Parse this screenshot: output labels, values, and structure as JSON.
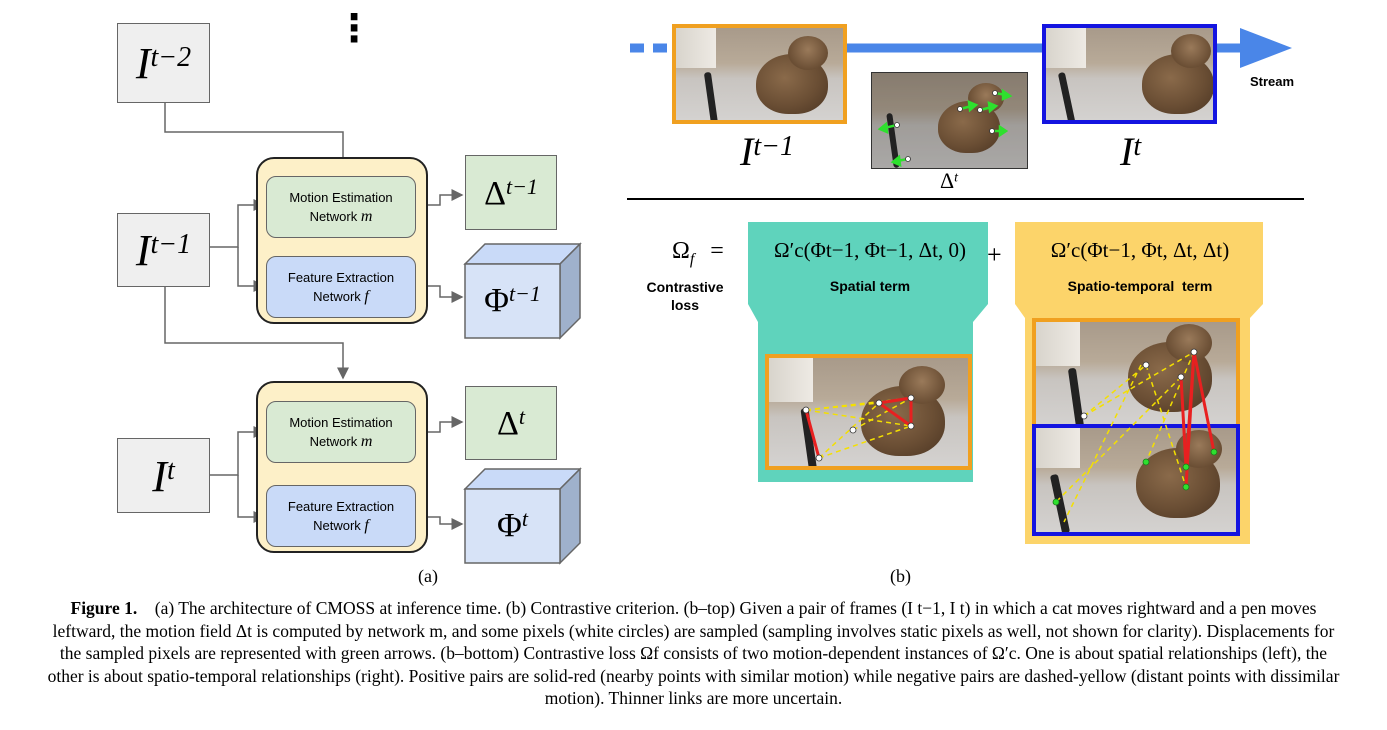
{
  "panel_a": {
    "inputs": {
      "i_t2": "t−2",
      "i_t1": "t−1",
      "i_t": "t",
      "base": "I"
    },
    "vdots": "⋮",
    "blocks": [
      {
        "motion_label_1": "Motion Estimation",
        "motion_label_2": "Network",
        "motion_var": "m",
        "feature_label_1": "Feature Extraction",
        "feature_label_2": "Network",
        "feature_var": "f",
        "delta": "Δ",
        "delta_sup": "t−1",
        "phi": "Φ",
        "phi_sup": "t−1"
      },
      {
        "motion_label_1": "Motion Estimation",
        "motion_label_2": "Network",
        "motion_var": "m",
        "feature_label_1": "Feature Extraction",
        "feature_label_2": "Network",
        "feature_var": "f",
        "delta": "Δ",
        "delta_sup": "t",
        "phi": "Φ",
        "phi_sup": "t"
      }
    ],
    "label": "(a)",
    "colors": {
      "block_bg": "#fdf0c8",
      "motion_bg": "#d9ead3",
      "feature_bg": "#c9daf8",
      "input_bg": "#efefef"
    }
  },
  "panel_b": {
    "stream_label": "Stream",
    "frame_left": {
      "base": "I",
      "sup": "t−1"
    },
    "frame_right": {
      "base": "I",
      "sup": "t"
    },
    "motion": {
      "base": "Δ",
      "sup": "t"
    },
    "omega": "Ω",
    "omega_sub": "f",
    "equals": "=",
    "plus": "+",
    "loss_label_1": "Contrastive",
    "loss_label_2": "loss",
    "spatial_formula": "Ω′c(Φt−1, Φt−1, Δt, 0)",
    "spatial_title": "Spatial term",
    "temporal_formula": "Ω′c(Φt−1, Φt, Δt, Δt)",
    "temporal_title": "Spatio-temporal  term",
    "label": "(b)",
    "colors": {
      "orange": "#f0a020",
      "blue": "#1414e0",
      "stream": "#4a86e8",
      "spatial_bg": "#5fd3bc",
      "temporal_bg": "#fcd46a",
      "green_arrow": "#2ee02e"
    }
  },
  "caption": {
    "figure": "Figure 1.",
    "text": "(a) The architecture of CMOSS at inference time. (b) Contrastive criterion. (b–top) Given a pair of frames (I t−1, I t) in which a cat moves rightward and a pen moves leftward, the motion field Δt is computed by network m, and some pixels (white circles) are sampled (sampling involves static pixels as well, not shown for clarity). Displacements for the sampled pixels are represented with green arrows. (b–bottom) Contrastive loss Ωf consists of two motion-dependent instances of Ω′c. One is about spatial relationships (left), the other is about spatio-temporal relationships (right). Positive pairs are solid-red (nearby points with similar motion) while negative pairs are dashed-yellow (distant points with dissimilar motion). Thinner links are more uncertain."
  }
}
